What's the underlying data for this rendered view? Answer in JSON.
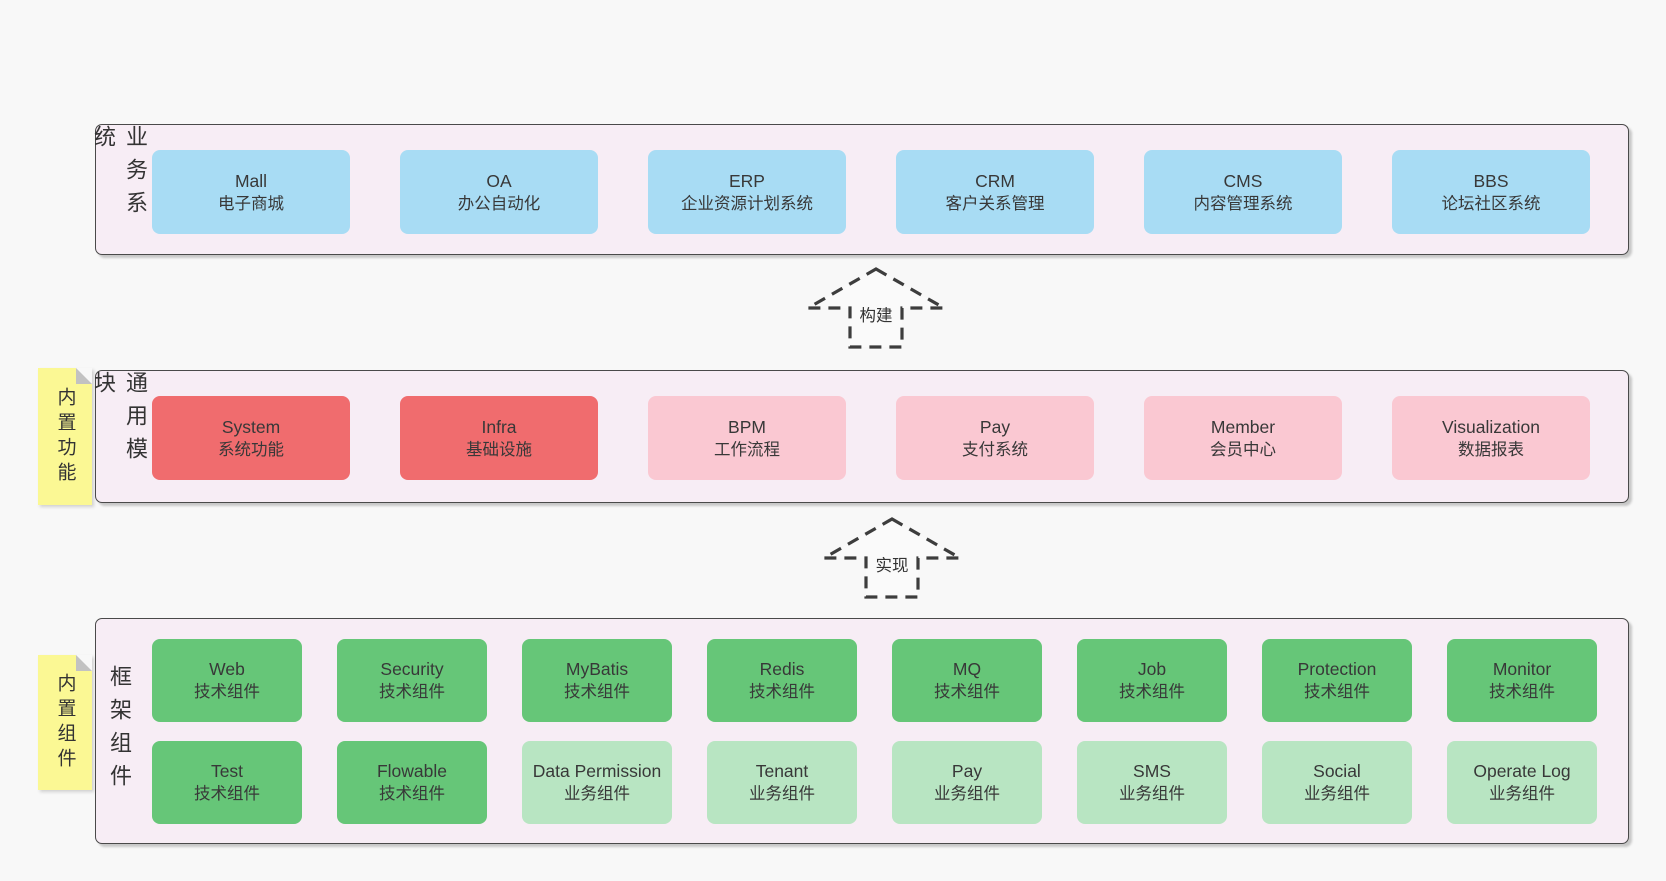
{
  "colors": {
    "page_bg": "#f8f8f8",
    "band_bg": "#f7edf5",
    "band_border": "#4a4a4a",
    "blue": "#a8dcf4",
    "red": "#f06c6e",
    "pink": "#fac8d2",
    "green_dark": "#66c678",
    "green_light": "#b8e5c2",
    "yellow": "#fbf894",
    "text": "#383838"
  },
  "arrows": [
    {
      "label": "构建"
    },
    {
      "label": "实现"
    }
  ],
  "bands": [
    {
      "label": "业务系统",
      "boxes": [
        {
          "title": "Mall",
          "subtitle": "电子商城",
          "variant": "blue"
        },
        {
          "title": "OA",
          "subtitle": "办公自动化",
          "variant": "blue"
        },
        {
          "title": "ERP",
          "subtitle": "企业资源计划系统",
          "variant": "blue"
        },
        {
          "title": "CRM",
          "subtitle": "客户关系管理",
          "variant": "blue"
        },
        {
          "title": "CMS",
          "subtitle": "内容管理系统",
          "variant": "blue"
        },
        {
          "title": "BBS",
          "subtitle": "论坛社区系统",
          "variant": "blue"
        }
      ]
    },
    {
      "label": "通用模块",
      "note": "内置功能",
      "boxes": [
        {
          "title": "System",
          "subtitle": "系统功能",
          "variant": "red"
        },
        {
          "title": "Infra",
          "subtitle": "基础设施",
          "variant": "red"
        },
        {
          "title": "BPM",
          "subtitle": "工作流程",
          "variant": "pink"
        },
        {
          "title": "Pay",
          "subtitle": "支付系统",
          "variant": "pink"
        },
        {
          "title": "Member",
          "subtitle": "会员中心",
          "variant": "pink"
        },
        {
          "title": "Visualization",
          "subtitle": "数据报表",
          "variant": "pink"
        }
      ]
    },
    {
      "label": "框架组件",
      "note": "内置组件",
      "rows": [
        [
          {
            "title": "Web",
            "subtitle": "技术组件",
            "variant": "green-dark"
          },
          {
            "title": "Security",
            "subtitle": "技术组件",
            "variant": "green-dark"
          },
          {
            "title": "MyBatis",
            "subtitle": "技术组件",
            "variant": "green-dark"
          },
          {
            "title": "Redis",
            "subtitle": "技术组件",
            "variant": "green-dark"
          },
          {
            "title": "MQ",
            "subtitle": "技术组件",
            "variant": "green-dark"
          },
          {
            "title": "Job",
            "subtitle": "技术组件",
            "variant": "green-dark"
          },
          {
            "title": "Protection",
            "subtitle": "技术组件",
            "variant": "green-dark"
          },
          {
            "title": "Monitor",
            "subtitle": "技术组件",
            "variant": "green-dark"
          }
        ],
        [
          {
            "title": "Test",
            "subtitle": "技术组件",
            "variant": "green-dark"
          },
          {
            "title": "Flowable",
            "subtitle": "技术组件",
            "variant": "green-dark"
          },
          {
            "title": "Data Permission",
            "subtitle": "业务组件",
            "variant": "green-light"
          },
          {
            "title": "Tenant",
            "subtitle": "业务组件",
            "variant": "green-light"
          },
          {
            "title": "Pay",
            "subtitle": "业务组件",
            "variant": "green-light"
          },
          {
            "title": "SMS",
            "subtitle": "业务组件",
            "variant": "green-light"
          },
          {
            "title": "Social",
            "subtitle": "业务组件",
            "variant": "green-light"
          },
          {
            "title": "Operate Log",
            "subtitle": "业务组件",
            "variant": "green-light"
          }
        ]
      ]
    }
  ]
}
